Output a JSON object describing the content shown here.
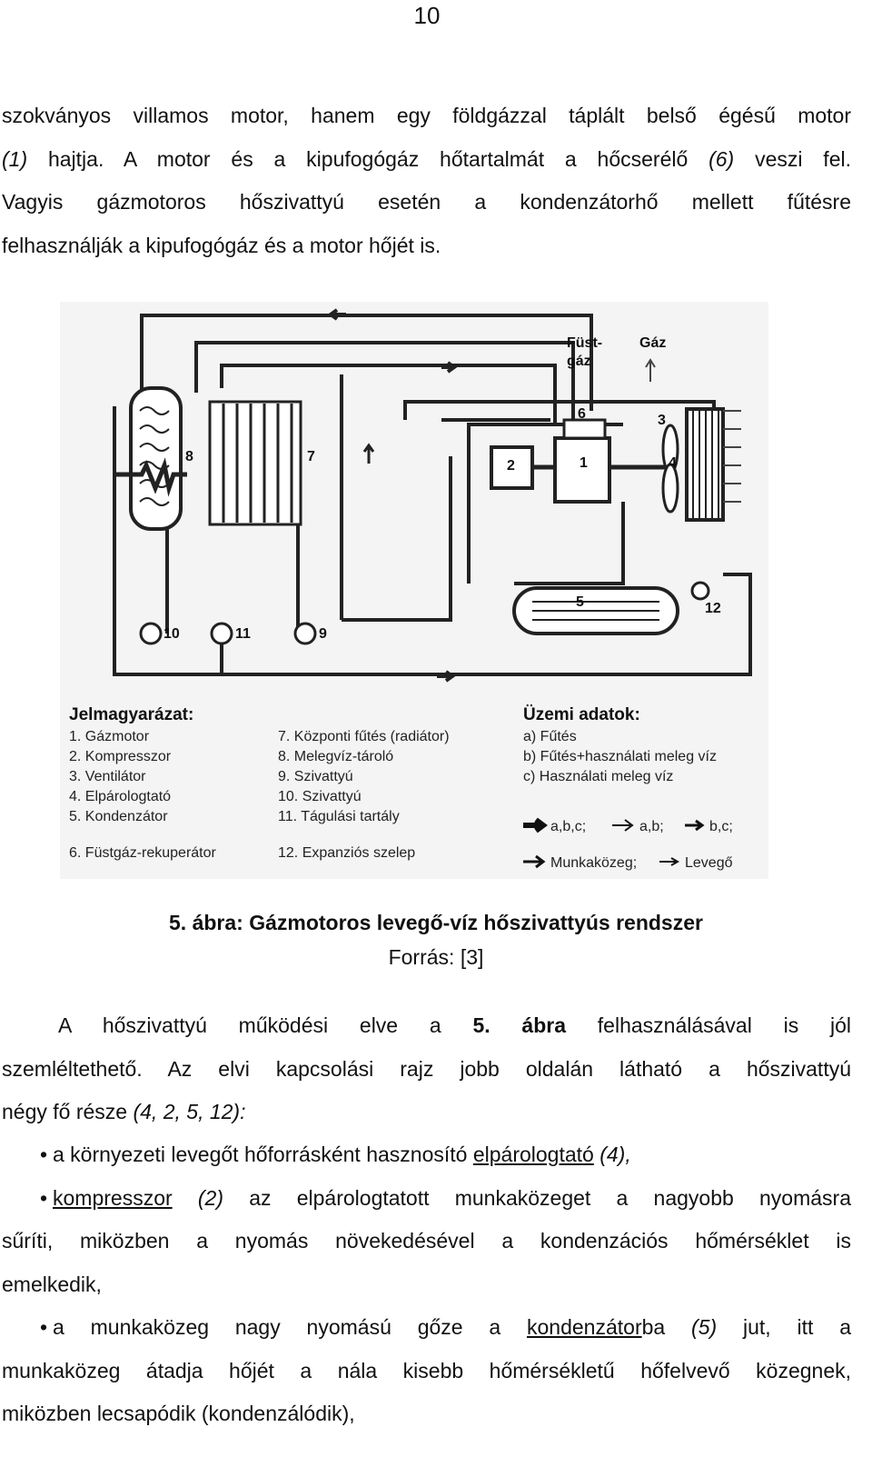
{
  "page_number": "10",
  "para1": {
    "line1": "szokványos villamos motor, hanem egy földgázzal táplált belső égésű motor",
    "line2a": "(1)",
    "line2b": " hajtja. A motor és a kipufogógáz hőtartalmát a hőcserélő ",
    "line2c": "(6)",
    "line2d": " veszi fel.",
    "line3": "Vagyis gázmotoros hőszivattyú esetén a kondenzátorhő mellett fűtésre",
    "line4": "felhasználják a kipufogógáz és a motor hőjét is."
  },
  "figure": {
    "labels": {
      "fustgaz": "Füst-",
      "gaz2": "gáz",
      "gaz": "Gáz",
      "n1": "1",
      "n2": "2",
      "n3": "3",
      "n4": "4",
      "n5": "5",
      "n6": "6",
      "n7": "7",
      "n8": "8",
      "n9": "9",
      "n10": "10",
      "n11": "11",
      "n12": "12"
    },
    "legend_title": "Jelmagyarázat:",
    "legend_left": [
      "1. Gázmotor",
      "2. Kompresszor",
      "3. Ventilátor",
      "4. Elpárologtató",
      "5. Kondenzátor",
      "6. Füstgáz-rekuperátor"
    ],
    "legend_mid": [
      "7. Központi fűtés (radiátor)",
      "8. Melegvíz-tároló",
      "9. Szivattyú",
      "10. Szivattyú",
      "11. Tágulási tartály",
      "12. Expanziós szelep"
    ],
    "operating_title": "Üzemi adatok:",
    "operating_items": [
      "a) Fűtés",
      "b) Fűtés+használati meleg víz",
      "c) Használati meleg víz"
    ],
    "arrow_legend": {
      "abc": "a,b,c;",
      "ab": "a,b;",
      "bc": "b,c;",
      "medium": "Munkaközeg;",
      "air": "Levegő"
    }
  },
  "caption": {
    "title": "5. ábra: Gázmotoros levegő-víz hőszivattyús rendszer",
    "source": "Forrás: [3]"
  },
  "para2": {
    "line1a": "A hőszivattyú működési elve a ",
    "line1b": "5. ábra",
    "line1c": " felhasználásával is jól",
    "line2": "szemléltethető. Az elvi kapcsolási rajz jobb oldalán látható a hőszivattyú",
    "line3a": "négy fő része ",
    "line3b": "(4, 2, 5, 12):"
  },
  "bullets": [
    {
      "pre": "a környezeti levegőt hőforrásként hasznosító ",
      "link": "elpárologtató",
      "post": " (4),"
    },
    {
      "link": "kompresszor",
      "num": " (2)",
      "rest1": " az elpárologtatott munkaközeget a nagyobb nyomásra",
      "rest2": "sűríti, miközben a nyomás növekedésével a kondenzációs hőmérséklet is",
      "rest3": "emelkedik,"
    },
    {
      "pre": "a munkaközeg nagy nyomású gőze a ",
      "link": "kondenzátor",
      "suffix": "ba ",
      "num": "(5)",
      "post": " jut, itt a",
      "rest1": "munkaközeg átadja hőjét a nála kisebb hőmérsékletű hőfelvevő közegnek,",
      "rest2": "miközben lecsapódik (kondenzálódik),"
    }
  ]
}
